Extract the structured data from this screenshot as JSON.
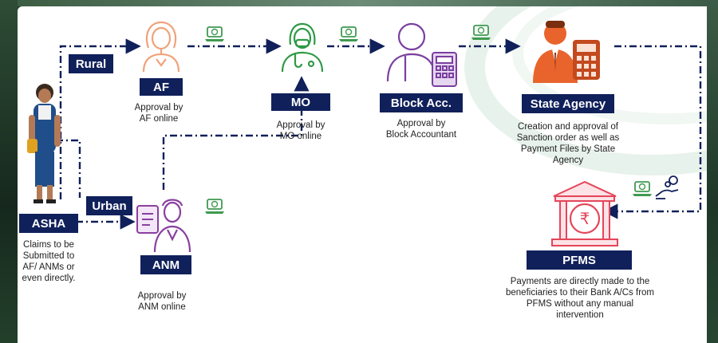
{
  "nodes": {
    "asha": {
      "label": "ASHA",
      "desc": "Claims to be Submitted to AF/ ANMs or even directly."
    },
    "af": {
      "label": "AF",
      "desc": "Approval by AF online"
    },
    "anm": {
      "label": "ANM",
      "desc": "Approval by ANM online"
    },
    "mo": {
      "label": "MO",
      "desc": "Approval by MO online"
    },
    "block": {
      "label": "Block Acc.",
      "desc": "Approval by Block Accountant"
    },
    "state": {
      "label": "State Agency",
      "desc": "Creation and approval of Sanction order as well as Payment Files by State Agency"
    },
    "pfms": {
      "label": "PFMS",
      "desc": "Payments are directly made to the beneficiaries to their Bank A/Cs from PFMS without any manual intervention"
    }
  },
  "branches": {
    "rural": "Rural",
    "urban": "Urban"
  },
  "currency_symbol": "₹",
  "colors": {
    "navy": "#10205a",
    "af": "#f0a27a",
    "anm": "#8a3fa0",
    "mo": "#2e9a46",
    "block": "#7a3fa0",
    "state": "#e8642c",
    "pfms": "#e4465a",
    "online": "#3f9a50"
  },
  "icons": [
    "asha-person-icon",
    "af-person-icon",
    "anm-nurse-icon",
    "mo-doctor-icon",
    "block-accountant-icon",
    "state-agency-icon",
    "pfms-building-icon",
    "online-laptop-icon",
    "payment-hand-icon"
  ]
}
